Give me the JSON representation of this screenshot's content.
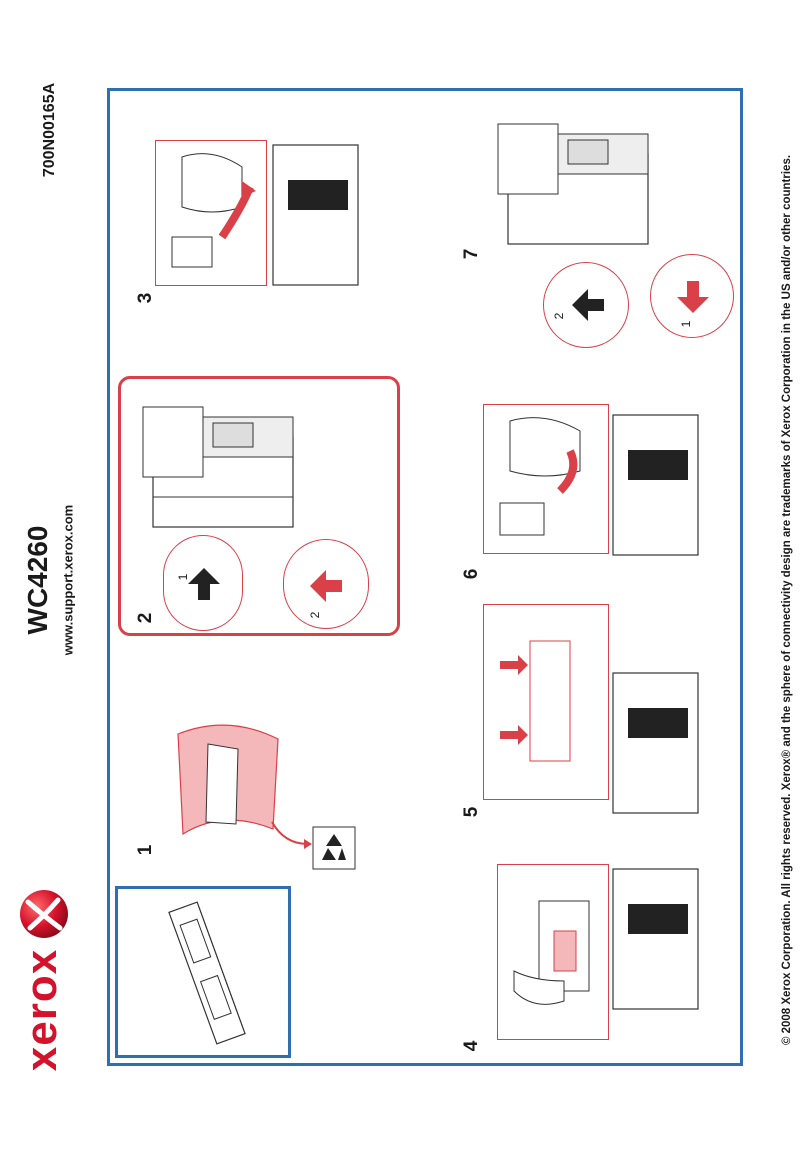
{
  "header": {
    "part_number": "700N00165A",
    "model": "WC4260",
    "support_url": "www.support.xerox.com",
    "brand": "xerox"
  },
  "steps": [
    "1",
    "2",
    "3",
    "4",
    "5",
    "6",
    "7"
  ],
  "callouts": {
    "c1": "1",
    "c2": "2"
  },
  "footer": {
    "copyright": "© 2008 Xerox Corporation. All rights reserved. Xerox® and the sphere of connectivity design are trademarks of Xerox Corporation in the US and/or other countries."
  },
  "colors": {
    "frame_blue": "#2d6fb0",
    "accent_red": "#d94048",
    "brand_red": "#d4122b",
    "line": "#333333"
  }
}
